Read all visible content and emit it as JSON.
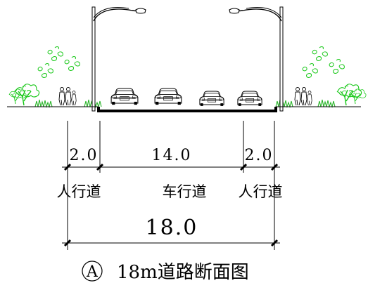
{
  "widths": {
    "left_sidewalk": "2.0",
    "carriageway": "14.0",
    "right_sidewalk": "2.0",
    "total": "18.0"
  },
  "labels": {
    "left_sidewalk": "人行道",
    "carriageway": "车行道",
    "right_sidewalk": "人行道"
  },
  "caption": {
    "symbol": "A",
    "title": "18m道路断面图"
  },
  "colors": {
    "vegetation": "#18c818",
    "shrub": "#28b428",
    "ink": "#000000"
  },
  "icons": [
    "street-lamp-icon",
    "tree-icon",
    "pedestrian-icon",
    "car-icon",
    "shrub-icon"
  ]
}
